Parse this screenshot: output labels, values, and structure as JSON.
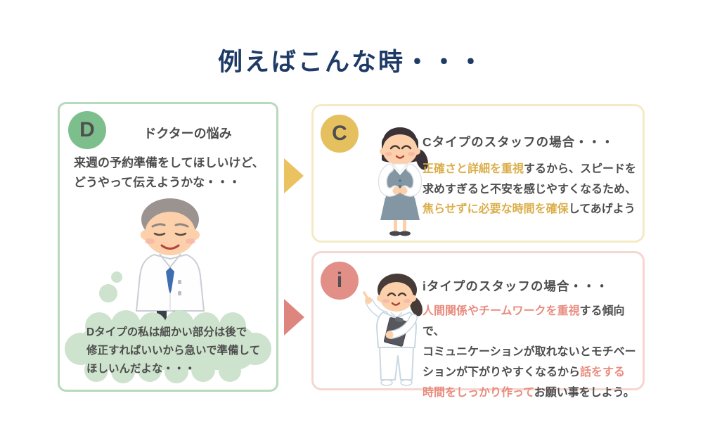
{
  "title": "例えばこんな時・・・",
  "doctor_panel": {
    "badge": "D",
    "heading": "ドクターの悩み",
    "speech_lines": [
      "来週の予約準備をしてほしいけど、",
      "どうやって伝えようかな・・・"
    ],
    "thought_lines": [
      "Dタイプの私は細かい部分は後で",
      "修正すればいいから急いで準備して",
      "ほしいんだよな・・・"
    ],
    "illustration": "doctor-in-white-coat"
  },
  "c_panel": {
    "badge": "C",
    "heading": "Cタイプのスタッフの場合・・・",
    "body_lines": [
      [
        {
          "t": "正確さと詳細を重視",
          "hl": true
        },
        {
          "t": "するから、スピードを",
          "hl": false
        }
      ],
      [
        {
          "t": "求めすぎると不安を感じやすくなるため、",
          "hl": false
        }
      ],
      [
        {
          "t": "焦らせずに必要な時間を確保",
          "hl": true
        },
        {
          "t": "してあげよう",
          "hl": false
        }
      ]
    ],
    "illustration": "office-staff-woman"
  },
  "i_panel": {
    "badge": "i",
    "heading": "iタイプのスタッフの場合・・・",
    "body_lines": [
      [
        {
          "t": "人間関係やチームワークを重視",
          "hl": true
        },
        {
          "t": "する傾向で、",
          "hl": false
        }
      ],
      [
        {
          "t": "コミュニケーションが取れないとモチベー",
          "hl": false
        }
      ],
      [
        {
          "t": "ションが下がりやすくなるから",
          "hl": false
        },
        {
          "t": "話をする",
          "hl": true
        }
      ],
      [
        {
          "t": "時間をしっかり作って",
          "hl": true
        },
        {
          "t": "お願い事をしよう。",
          "hl": false
        }
      ]
    ],
    "illustration": "nurse-with-clipboard"
  },
  "colors": {
    "title_navy": "#1e3a66",
    "body_text": "#4d4d4d",
    "d_green": "#7dbe8d",
    "d_border": "#b7d9bc",
    "cloud_green": "#cde3cd",
    "c_yellow": "#e4c05e",
    "c_border": "#f4ebc6",
    "c_highlight": "#dcae4a",
    "i_salmon": "#e28f88",
    "i_border": "#f5d6d0",
    "i_highlight": "#e98b7d",
    "arrow_yellow": "#eac25f",
    "arrow_salmon": "#de857d"
  }
}
